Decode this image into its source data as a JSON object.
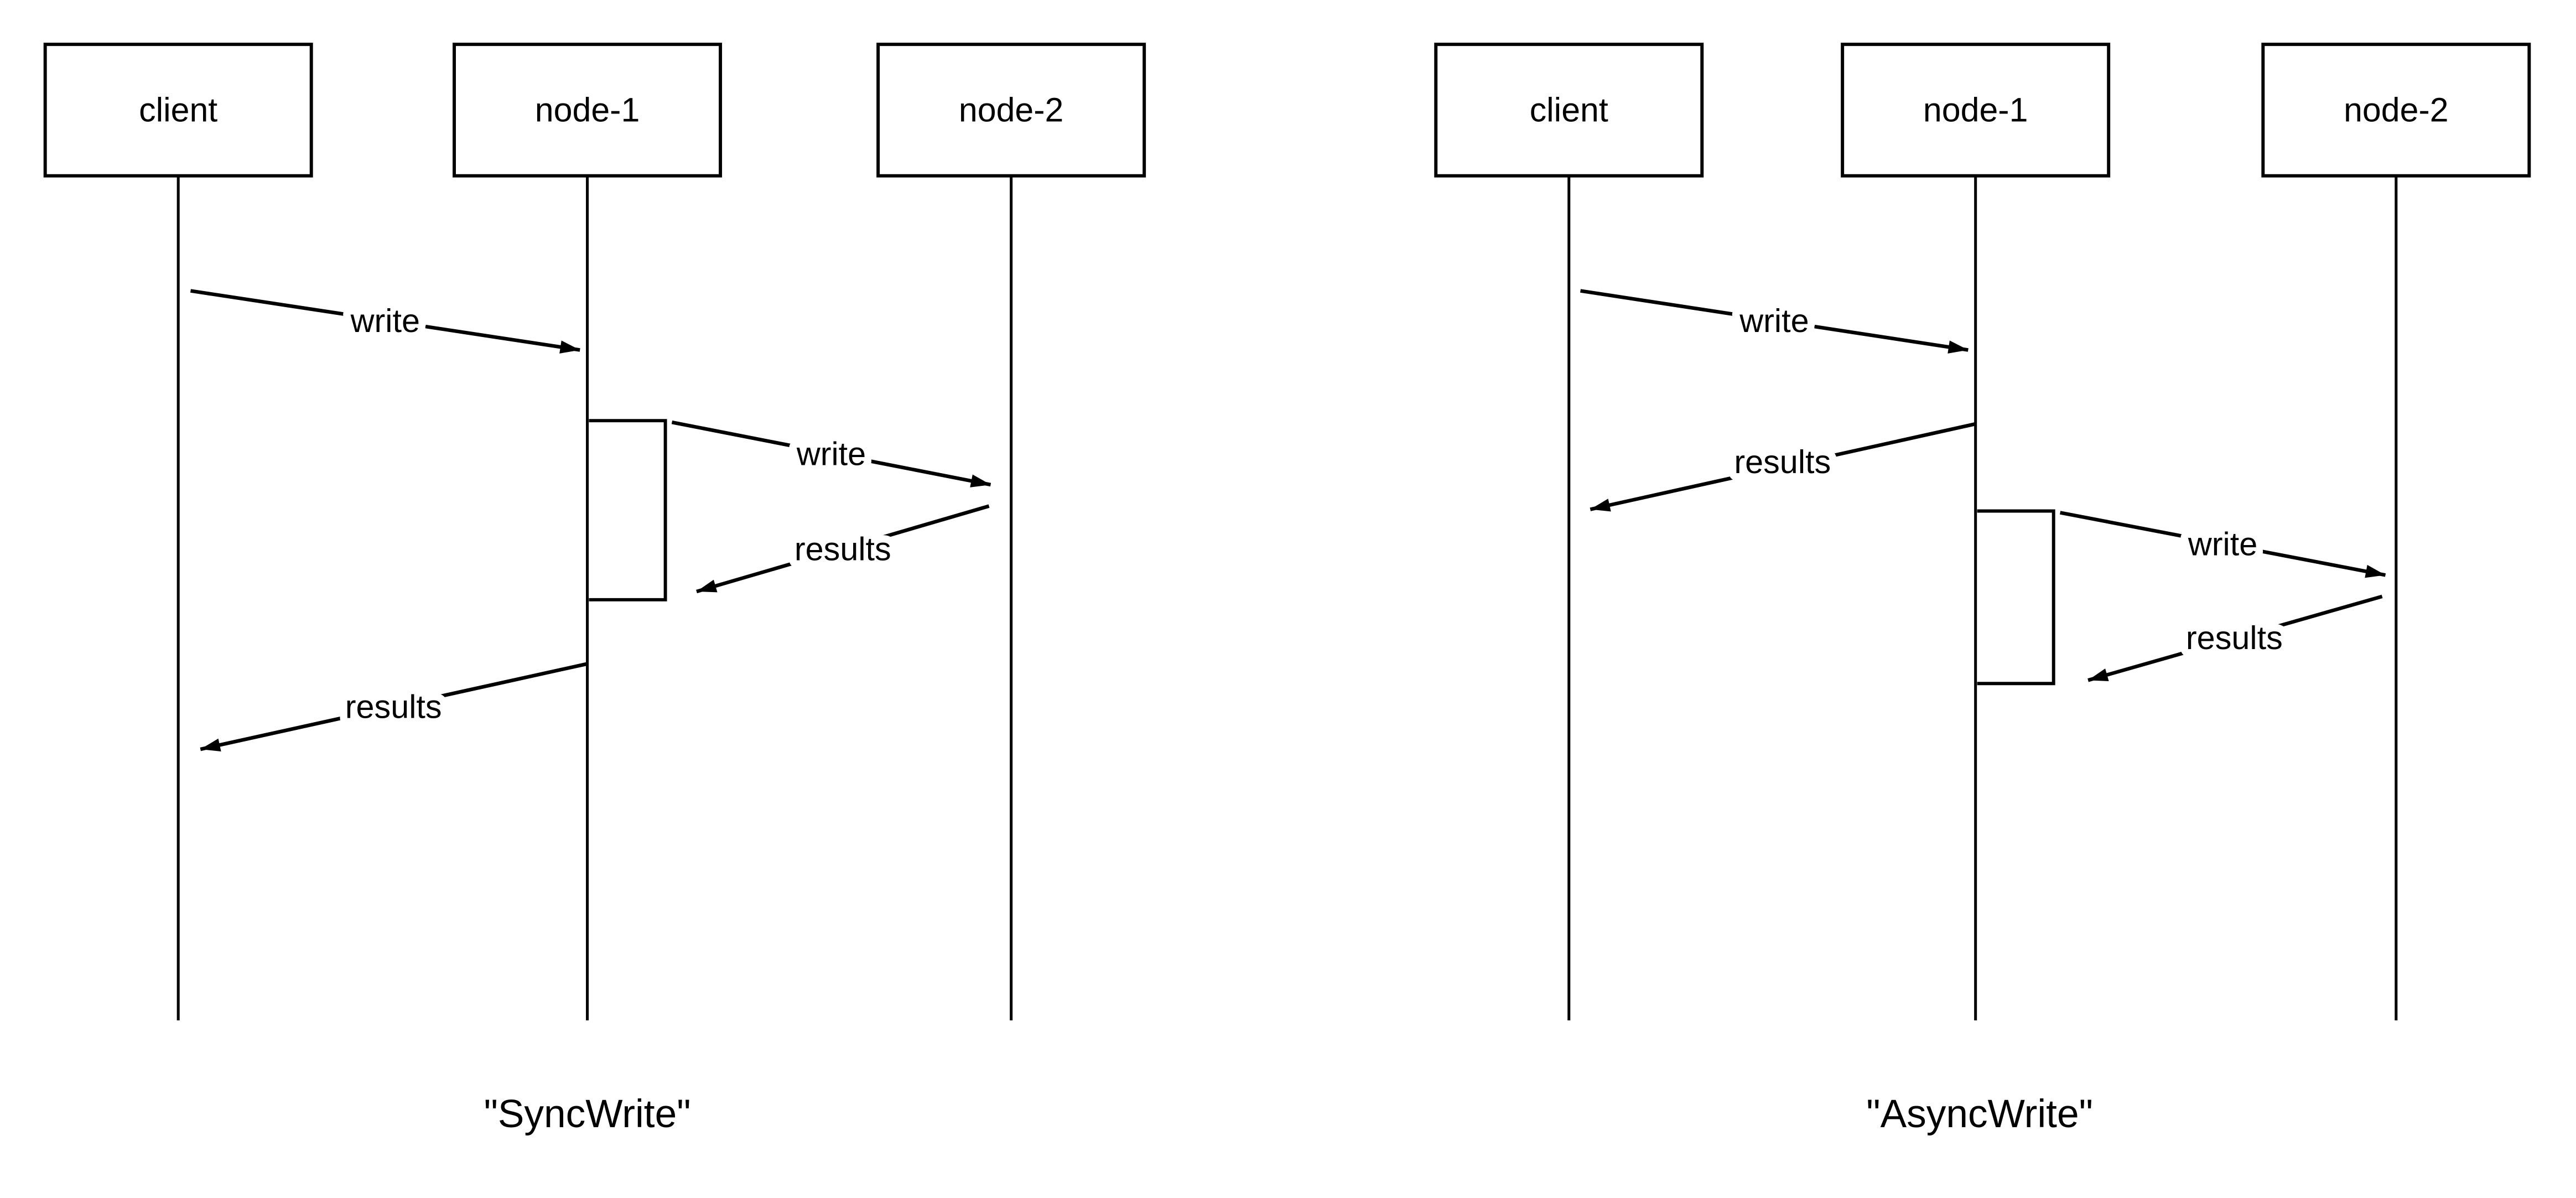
{
  "colors": {
    "background": "#ffffff",
    "stroke": "#000000",
    "text": "#000000"
  },
  "diagrams": [
    {
      "caption": "\"SyncWrite\"",
      "actors": [
        {
          "label": "client"
        },
        {
          "label": "node-1"
        },
        {
          "label": "node-2"
        }
      ],
      "messages": [
        {
          "label": "write",
          "from": "client",
          "to": "node-1"
        },
        {
          "label": "write",
          "from": "node-1",
          "to": "node-2"
        },
        {
          "label": "results",
          "from": "node-2",
          "to": "node-1"
        },
        {
          "label": "results",
          "from": "node-1",
          "to": "client"
        }
      ]
    },
    {
      "caption": "\"AsyncWrite\"",
      "actors": [
        {
          "label": "client"
        },
        {
          "label": "node-1"
        },
        {
          "label": "node-2"
        }
      ],
      "messages": [
        {
          "label": "write",
          "from": "client",
          "to": "node-1"
        },
        {
          "label": "results",
          "from": "node-1",
          "to": "client"
        },
        {
          "label": "write",
          "from": "node-1",
          "to": "node-2"
        },
        {
          "label": "results",
          "from": "node-2",
          "to": "node-1"
        }
      ]
    }
  ]
}
